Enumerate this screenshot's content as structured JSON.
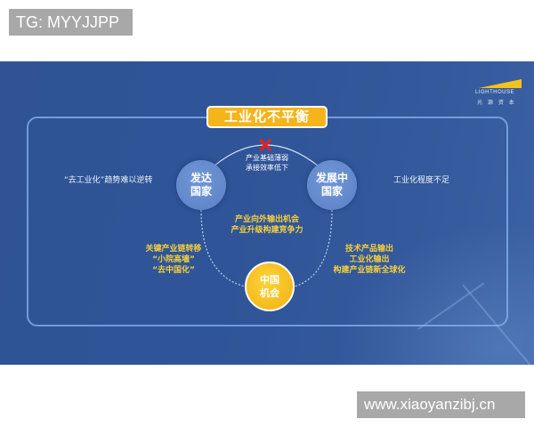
{
  "watermarks": {
    "top_left": "TG: MYYJJPP",
    "bottom_right": "www.xiaoyanzibj.cn"
  },
  "logo": {
    "name": "LIGHTHOUSE",
    "subtitle": "光 源 资 本",
    "accent_color": "#f4c21c"
  },
  "diagram": {
    "title": "工业化不平衡",
    "title_color": "#f4b41a",
    "background_color": "#2f5598",
    "nodes": {
      "developed": {
        "line1": "发达",
        "line2": "国家"
      },
      "developing": {
        "line1": "发展中",
        "line2": "国家"
      },
      "china": {
        "line1": "中国",
        "line2": "机会",
        "color": "#f4c21c"
      }
    },
    "barrier": {
      "icon": "x-mark-icon",
      "line1": "产业基础薄弱",
      "line2": "承接效率低下"
    },
    "left_note": "“去工业化”趋势难以逆转",
    "right_note": "工业化程度不足",
    "center_note": {
      "line1": "产业向外输出机会",
      "line2": "产业升级构建竞争力"
    },
    "left_bottom_note": {
      "line1": "关键产业链转移",
      "line2": "“小院高墙”",
      "line3": "“去中国化”"
    },
    "right_bottom_note": {
      "line1": "技术产品输出",
      "line2": "工业化输出",
      "line3": "构建产业链新全球化"
    }
  }
}
